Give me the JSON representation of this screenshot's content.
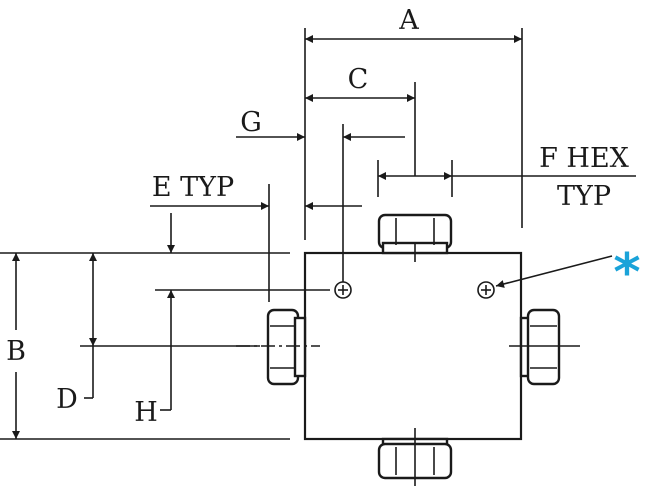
{
  "labels": {
    "a": "A",
    "b": "B",
    "c": "C",
    "d": "D",
    "e": "E TYP",
    "f_line1": "F HEX",
    "f_line2": "TYP",
    "g": "G",
    "h": "H",
    "asterisk": "*"
  },
  "colors": {
    "line": "#1a1a1a",
    "asterisk": "#1aa3d9",
    "background": "#ffffff"
  }
}
